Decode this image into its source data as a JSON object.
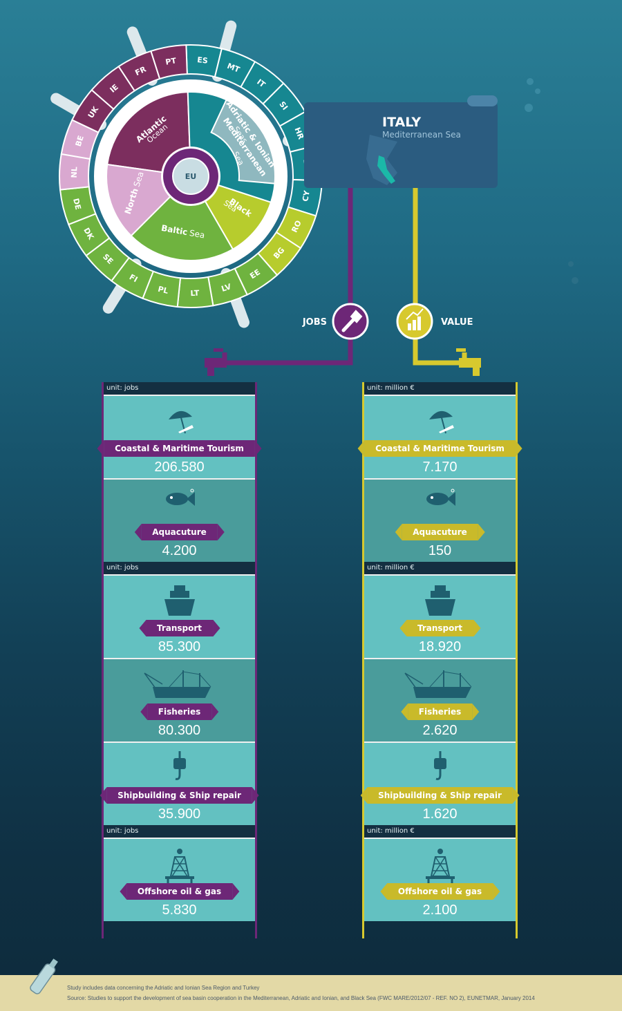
{
  "country": {
    "name": "ITALY",
    "sea": "Mediterranean Sea"
  },
  "wheel": {
    "center": "EU",
    "basins": [
      {
        "name": "Atlantic",
        "sub": "Ocean",
        "color": "#7c2e5e"
      },
      {
        "name": "North",
        "sub": "Sea",
        "color": "#d9a8d0"
      },
      {
        "name": "Baltic",
        "sub": "Sea",
        "color": "#6fb33f"
      },
      {
        "name": "Black",
        "sub": "Sea",
        "color": "#b7cc2d"
      },
      {
        "name": "Mediterranean",
        "sub": "Sea",
        "color": "#168791"
      },
      {
        "name": "Adriatic & Ionian",
        "sub": "Seas",
        "color": "#8fb8bf"
      }
    ],
    "countries": [
      "ES",
      "MT",
      "IT",
      "SI",
      "HR",
      "EL",
      "CY",
      "RO",
      "BG",
      "EE",
      "LV",
      "LT",
      "PL",
      "FI",
      "SE",
      "DK",
      "DE",
      "NL",
      "BE",
      "UK",
      "IE",
      "FR",
      "PT"
    ]
  },
  "labels": {
    "jobs": "JOBS",
    "value": "VALUE"
  },
  "colors": {
    "purple": "#6d2777",
    "yellow": "#c9ba2a"
  },
  "jobs_column": {
    "units": [
      "unit: jobs",
      "unit: jobs",
      "unit: jobs"
    ],
    "items": [
      {
        "label": "Coastal & Maritime Tourism",
        "value": "206.580",
        "icon": "beach-umbrella-icon"
      },
      {
        "label": "Aquacuture",
        "value": "4.200",
        "icon": "fish-icon"
      },
      {
        "label": "Transport",
        "value": "85.300",
        "icon": "ship-icon"
      },
      {
        "label": "Fisheries",
        "value": "80.300",
        "icon": "fishing-boat-icon"
      },
      {
        "label": "Shipbuilding & Ship repair",
        "value": "35.900",
        "icon": "crane-hook-icon"
      },
      {
        "label": "Offshore oil & gas",
        "value": "5.830",
        "icon": "oil-platform-icon"
      }
    ]
  },
  "value_column": {
    "units": [
      "unit: million €",
      "unit: million €",
      "unit: million €"
    ],
    "items": [
      {
        "label": "Coastal & Maritime Tourism",
        "value": "7.170",
        "icon": "beach-umbrella-icon"
      },
      {
        "label": "Aquacuture",
        "value": "150",
        "icon": "fish-icon"
      },
      {
        "label": "Transport",
        "value": "18.920",
        "icon": "ship-icon"
      },
      {
        "label": "Fisheries",
        "value": "2.620",
        "icon": "fishing-boat-icon"
      },
      {
        "label": "Shipbuilding & Ship repair",
        "value": "1.620",
        "icon": "crane-hook-icon"
      },
      {
        "label": "Offshore oil & gas",
        "value": "2.100",
        "icon": "oil-platform-icon"
      }
    ]
  },
  "footer": {
    "note": "Study includes data concerning the Adriatic and Ionian Sea Region and Turkey",
    "source": "Source: Studies to support the development of sea basin cooperation in the Mediterranean, Adriatic and Ionian, and Black Sea (FWC MARE/2012/07 - REF. NO 2), EUNETMAR, January 2014"
  }
}
